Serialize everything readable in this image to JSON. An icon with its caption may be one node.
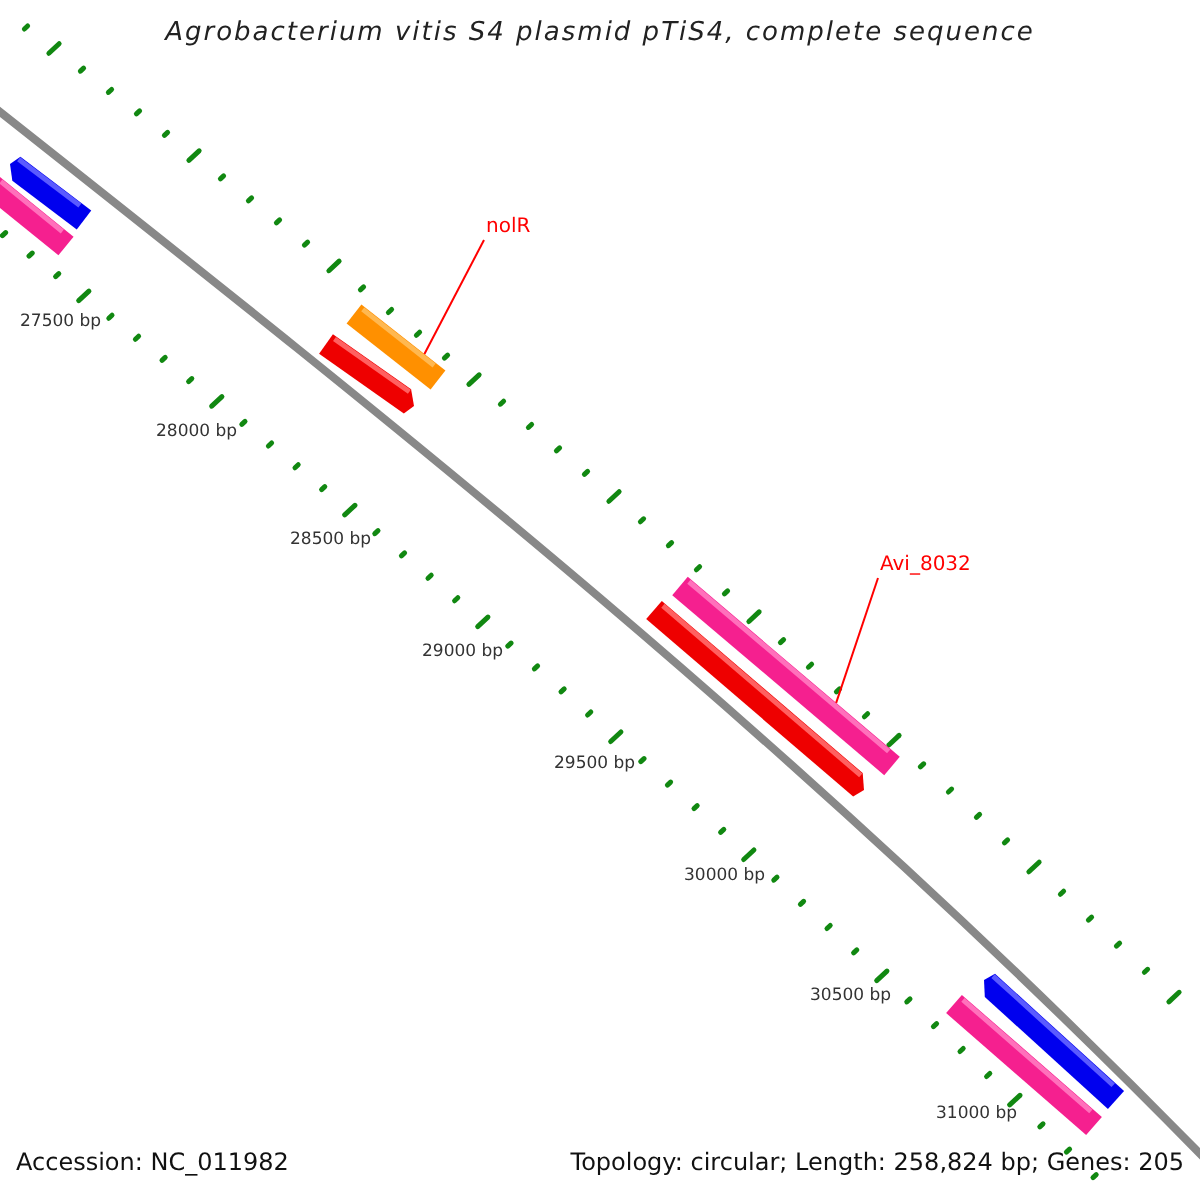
{
  "diagram": {
    "title": "Agrobacterium vitis S4 plasmid pTiS4, complete sequence",
    "nodes": [
      {
        "text": [
          "nolR"
        ]
      },
      {
        "text": [],
        "shape": "bar"
      },
      {
        "text": [
          "Avi_8032"
        ]
      },
      {
        "text": [],
        "shape": "bar"
      }
    ],
    "edges": [
      {
        "from": 0,
        "to": 1,
        "arrow": "none"
      },
      {
        "from": 2,
        "to": 3,
        "arrow": "none"
      }
    ],
    "labels": [
      "27500 bp",
      "28000 bp",
      "28500 bp",
      "29000 bp",
      "29500 bp",
      "30000 bp",
      "30500 bp",
      "31000 bp",
      "Accession: NC_011982",
      "Topology: circular; Length: 258,824 bp; Genes: 205"
    ]
  }
}
